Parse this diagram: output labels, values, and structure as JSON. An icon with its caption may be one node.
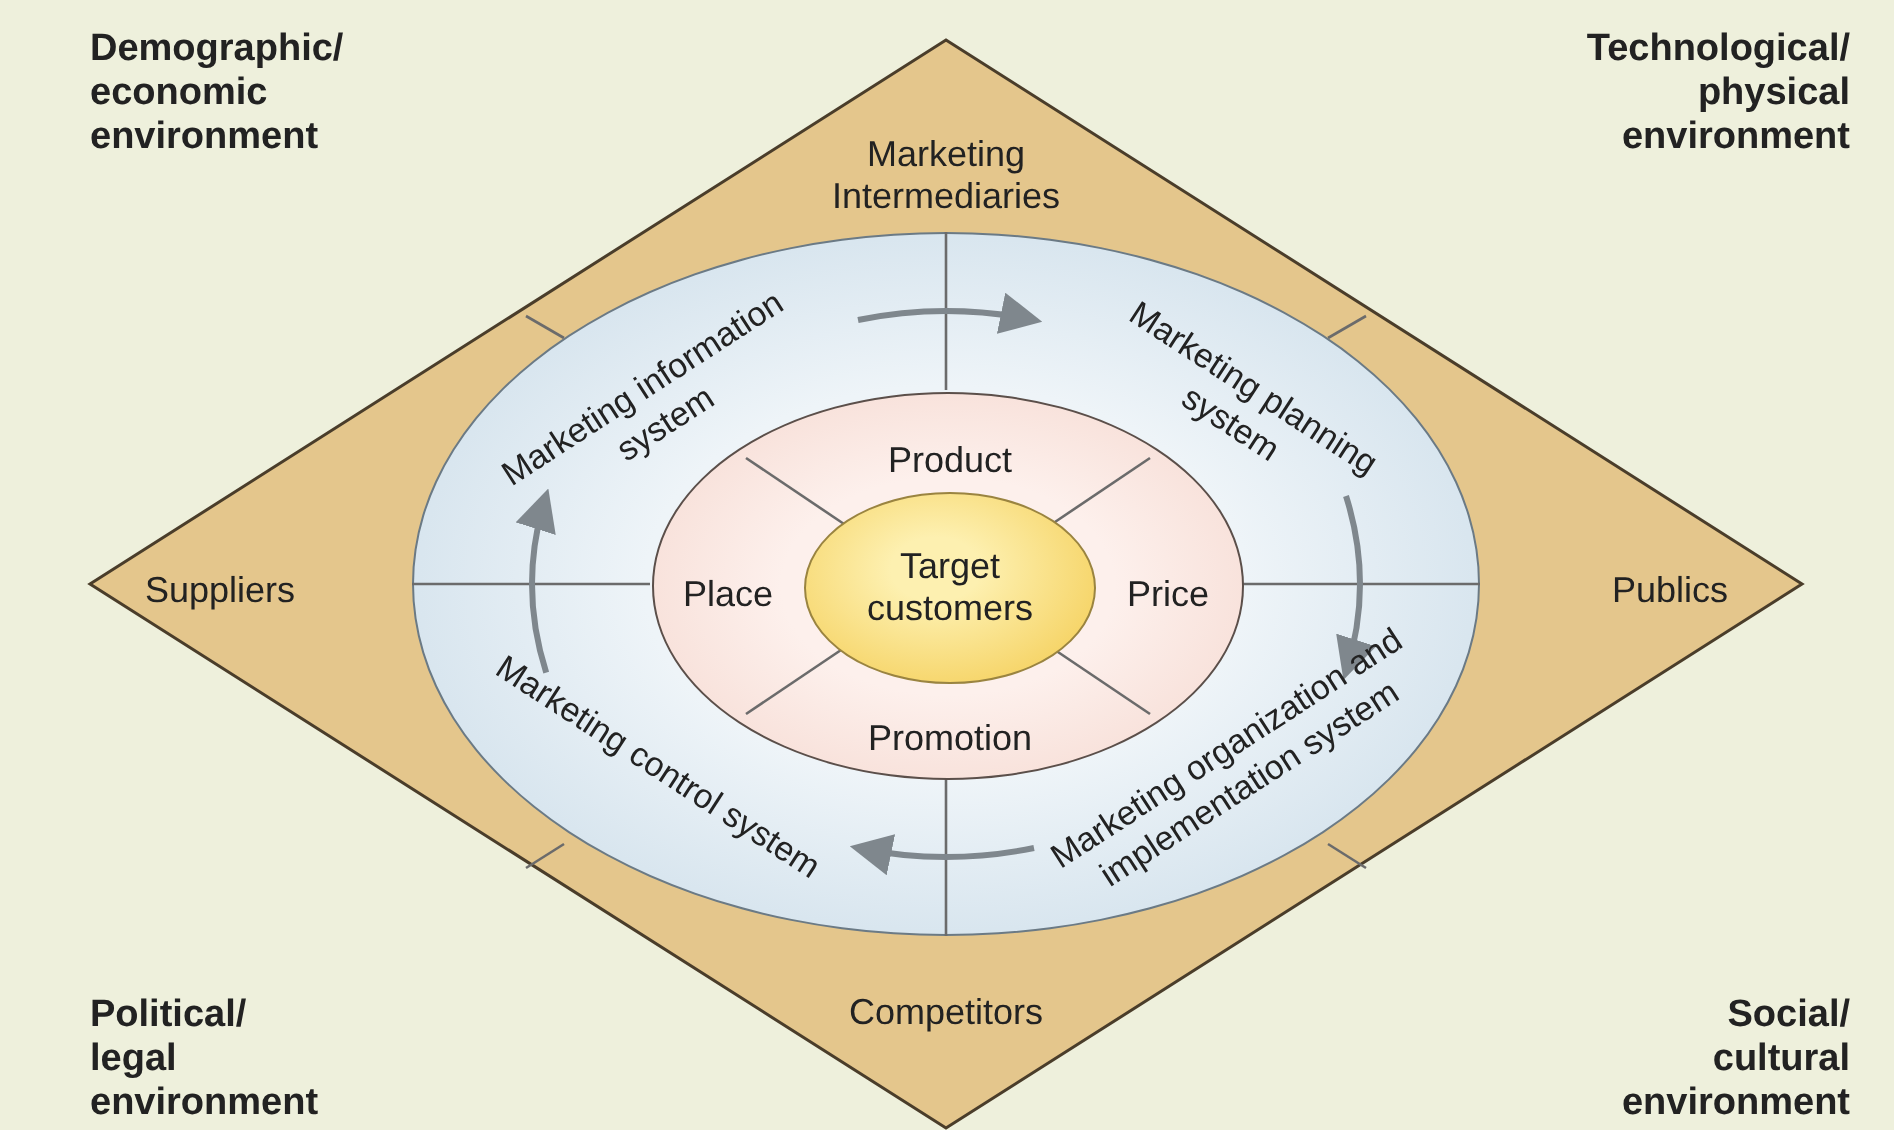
{
  "diagram": {
    "nodes": [
      {
        "text": [],
        "shape": "diamond"
      },
      {
        "text": [
          "Marketing Intermediaries"
        ],
        "in": 0
      },
      {
        "text": [
          "Suppliers"
        ],
        "in": 0
      },
      {
        "text": [
          "Publics"
        ],
        "in": 0
      },
      {
        "text": [
          "Competitors"
        ],
        "in": 0
      },
      {
        "text": [],
        "shape": "circle",
        "in": 0
      },
      {
        "text": [
          "Marketing information system"
        ],
        "in": 5
      },
      {
        "text": [
          "Marketing planning system"
        ],
        "in": 5
      },
      {
        "text": [
          "Marketing organization and implementation system"
        ],
        "in": 5
      },
      {
        "text": [
          "Marketing control system"
        ],
        "in": 5
      },
      {
        "text": [],
        "shape": "circle",
        "in": 5
      },
      {
        "text": [
          "Product"
        ],
        "in": 10
      },
      {
        "text": [
          "Place"
        ],
        "in": 10
      },
      {
        "text": [
          "Price"
        ],
        "in": 10
      },
      {
        "text": [
          "Promotion"
        ],
        "in": 10
      },
      {
        "text": [
          "Target customers"
        ],
        "in": 10
      }
    ],
    "edges": [
      {
        "from": 6,
        "to": 7,
        "arrow": "to"
      },
      {
        "from": 7,
        "to": 8,
        "arrow": "to"
      },
      {
        "from": 8,
        "to": 9,
        "arrow": "to"
      },
      {
        "from": 9,
        "to": 6,
        "arrow": "to"
      }
    ],
    "labels": [
      "Demographic/ economic environment",
      "Technological/ physical environment",
      "Political/ legal environment",
      "Social/ cultural environment"
    ]
  }
}
